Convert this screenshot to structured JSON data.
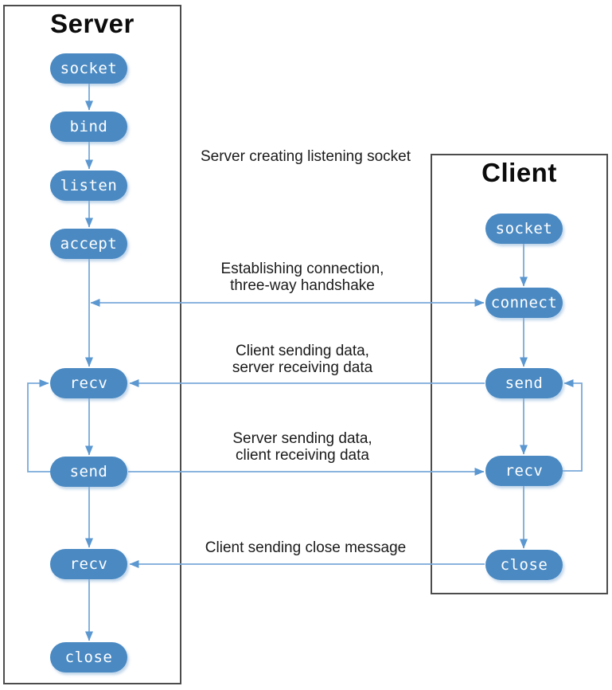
{
  "server": {
    "title": "Server",
    "nodes": [
      {
        "label": "socket"
      },
      {
        "label": "bind"
      },
      {
        "label": "listen"
      },
      {
        "label": "accept"
      },
      {
        "label": "recv"
      },
      {
        "label": "send"
      },
      {
        "label": "recv"
      },
      {
        "label": "close"
      }
    ]
  },
  "client": {
    "title": "Client",
    "nodes": [
      {
        "label": "socket"
      },
      {
        "label": "connect"
      },
      {
        "label": "send"
      },
      {
        "label": "recv"
      },
      {
        "label": "close"
      }
    ]
  },
  "annotations": [
    {
      "text": "Server creating listening socket"
    },
    {
      "text": "Establishing connection,\nthree-way handshake"
    },
    {
      "text": "Client sending data,\nserver receiving data"
    },
    {
      "text": "Server sending data,\nclient receiving data"
    },
    {
      "text": "Client sending close message"
    }
  ],
  "colors": {
    "node_fill": "#4a89c2",
    "node_text": "#ffffff",
    "connector_line": "#79a9d9",
    "arrowhead": "#5b97d0",
    "box_border": "#4c4c4c",
    "annotation_text": "#1a1a1a"
  }
}
